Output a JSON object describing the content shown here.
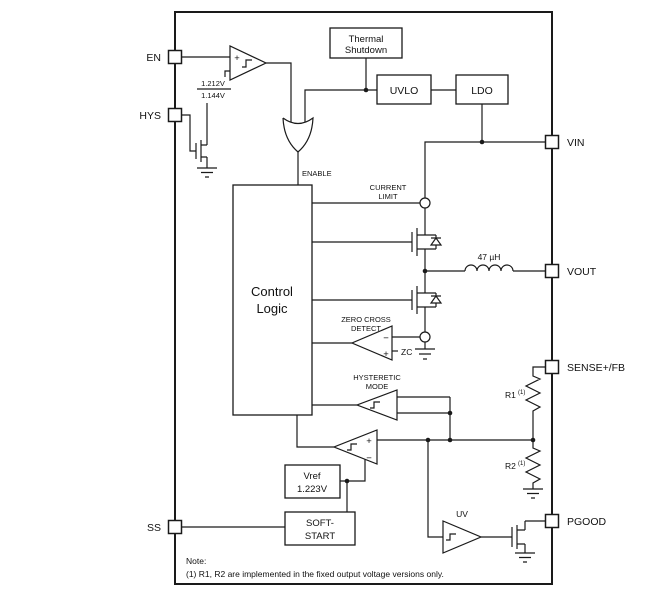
{
  "pins": {
    "en": "EN",
    "hys": "HYS",
    "ss": "SS",
    "vin": "VIN",
    "vout": "VOUT",
    "sense_fb": "SENSE+/FB",
    "pgood": "PGOOD"
  },
  "blocks": {
    "thermal_shutdown": [
      "Thermal",
      "Shutdown"
    ],
    "uvlo": "UVLO",
    "ldo": "LDO",
    "control_logic": [
      "Control",
      "Logic"
    ],
    "vref": [
      "Vref",
      "1.223V"
    ],
    "soft_start": [
      "SOFT-",
      "START"
    ]
  },
  "labels": {
    "enable": "ENABLE",
    "current_limit": [
      "CURRENT",
      "LIMIT"
    ],
    "zero_cross": [
      "ZERO CROSS",
      "DETECT"
    ],
    "zc": "ZC",
    "hysteretic": [
      "HYSTERETIC",
      "MODE"
    ],
    "uv": "UV",
    "inductor": "47 µH",
    "r1": "R1",
    "r2": "R2",
    "note_ref": "(1)",
    "ref_high": "1.212V",
    "ref_low": "1.144V"
  },
  "signs": {
    "plus": "+",
    "minus": "−"
  },
  "note": {
    "label": "Note:",
    "text": "(1) R1, R2 are implemented in the fixed output voltage versions only."
  },
  "colors": {
    "line": "#1a1a1a",
    "background": "#ffffff"
  }
}
